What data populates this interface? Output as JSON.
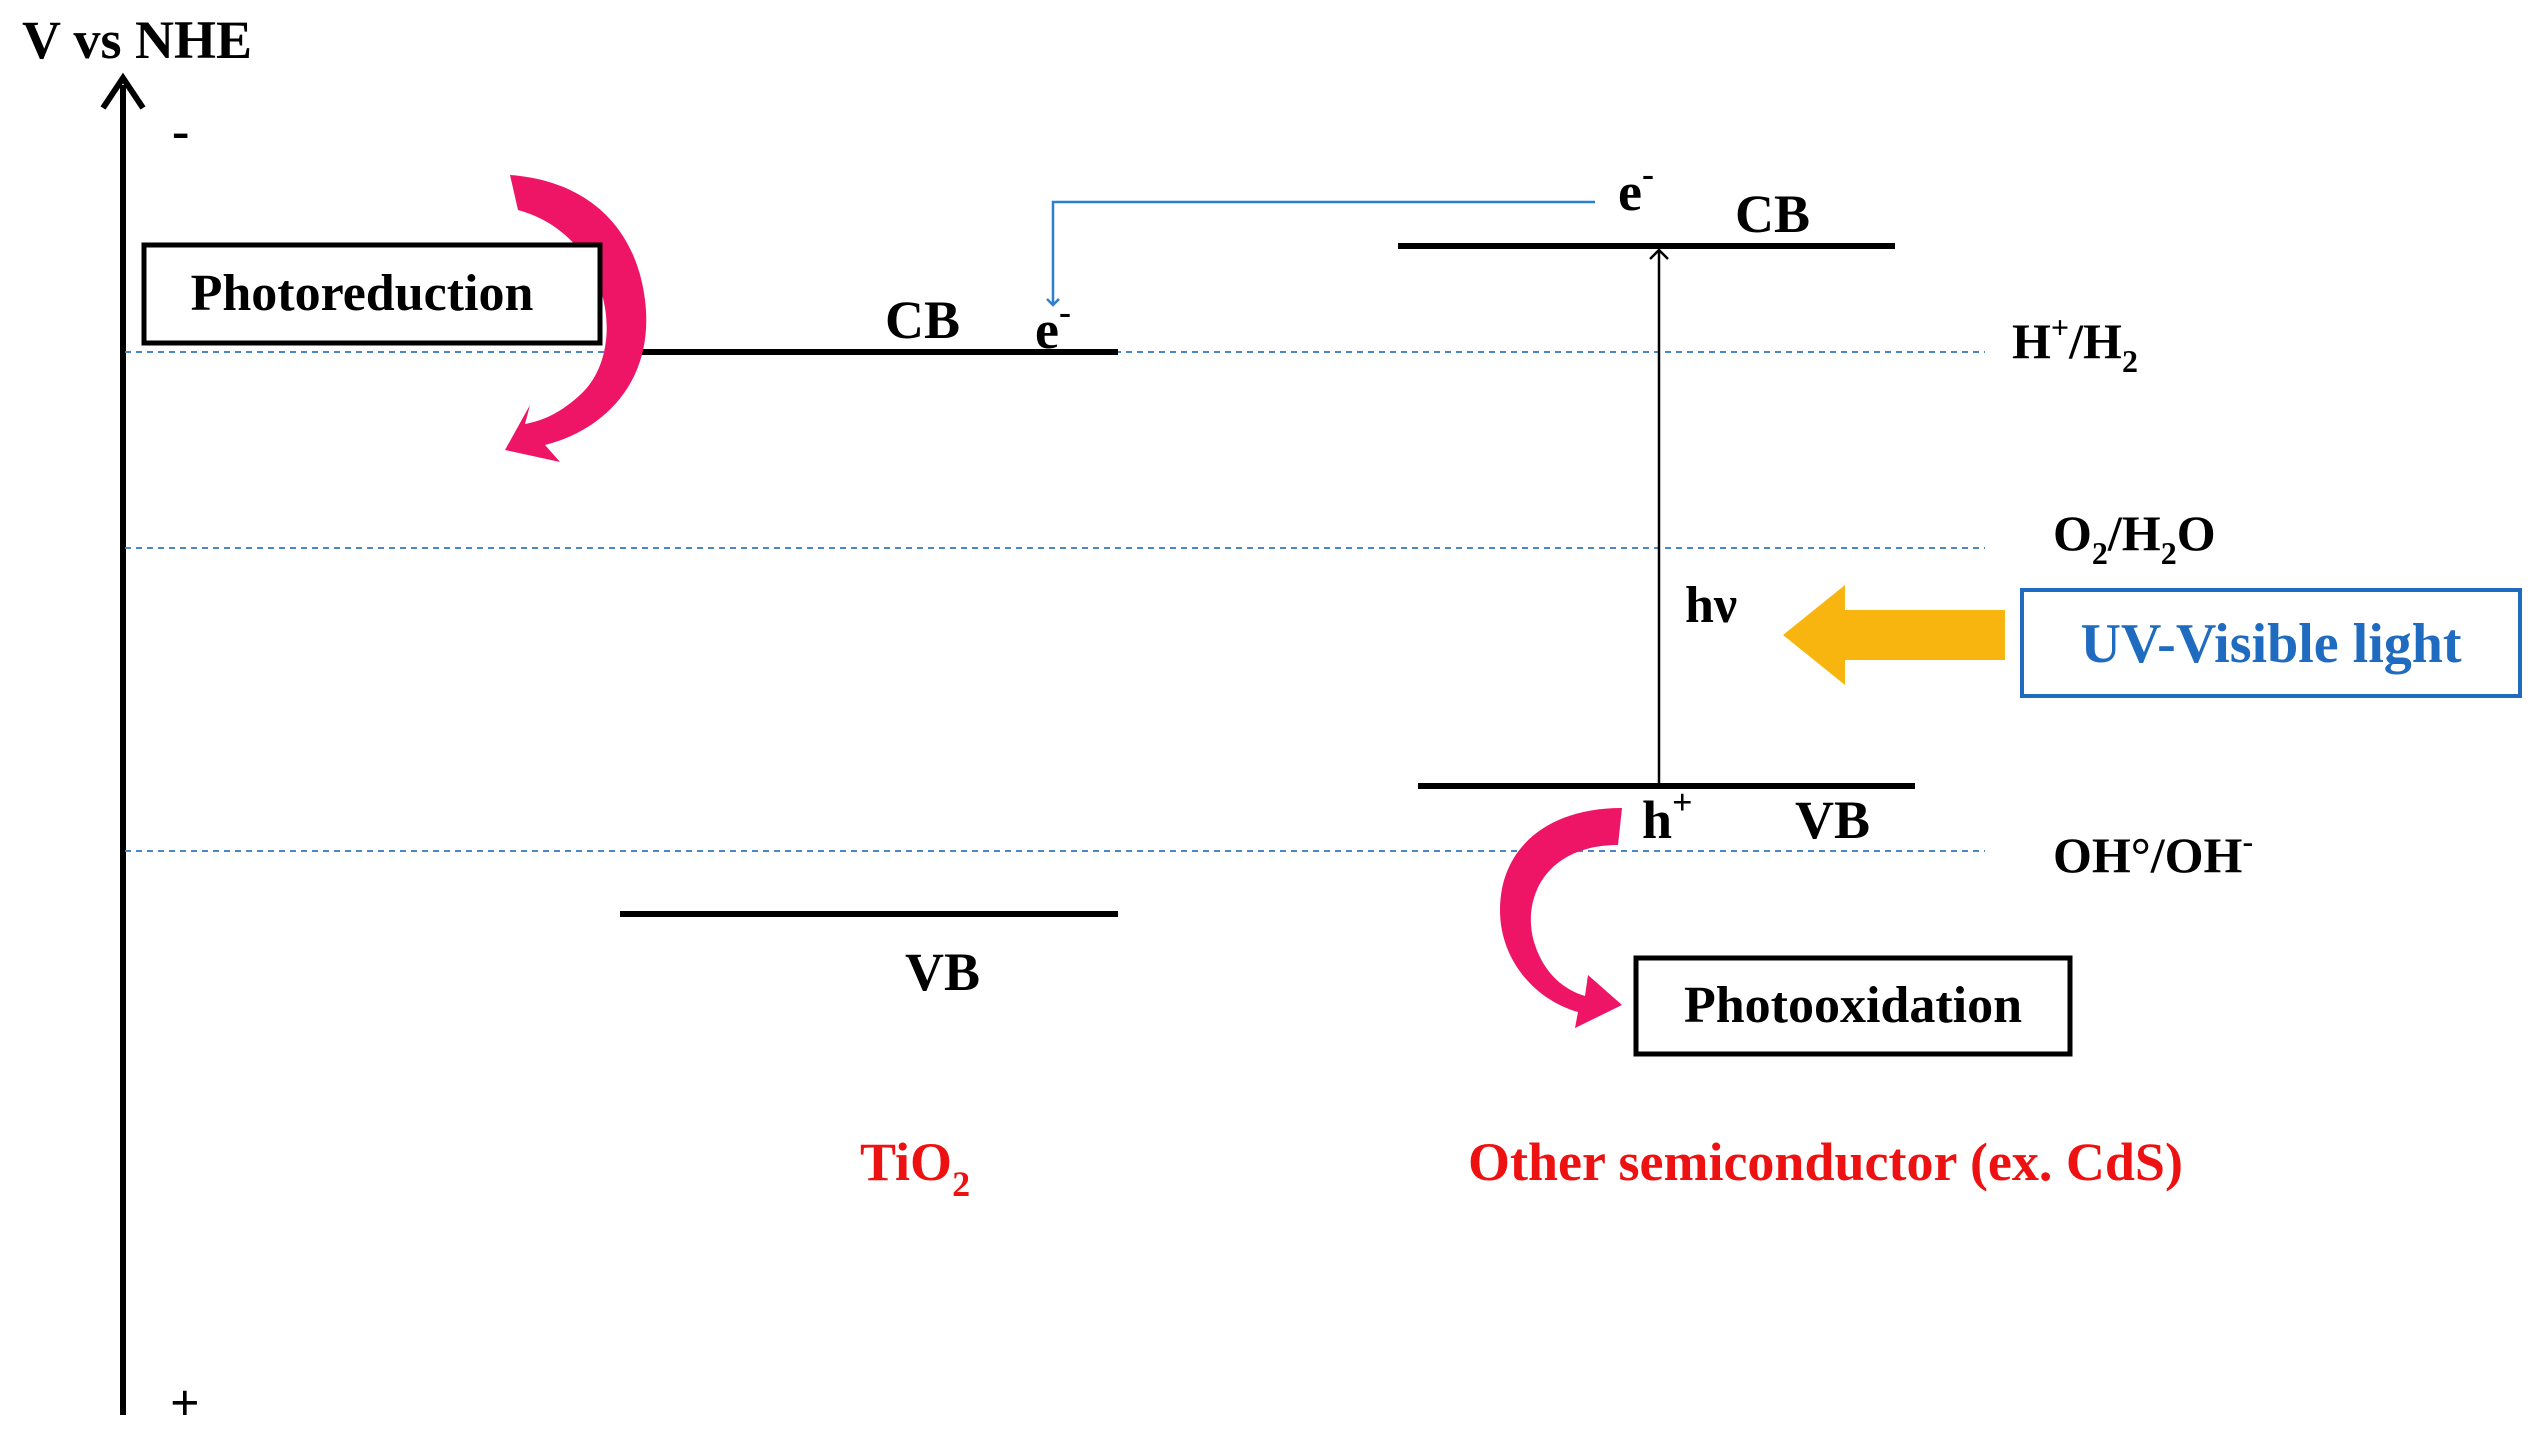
{
  "axis": {
    "title": "V vs NHE",
    "top_sign": "-",
    "bottom_sign": "+"
  },
  "tio2": {
    "name": "TiO",
    "name_sub": "2",
    "cb_label": "CB",
    "electron": "e",
    "electron_sup": "-",
    "vb_label": "VB"
  },
  "other": {
    "name": "Other semiconductor (ex. CdS)",
    "cb_label": "CB",
    "vb_label": "VB",
    "electron": "e",
    "electron_sup": "-",
    "hole": "h",
    "hole_sup": "+",
    "photon": "hν"
  },
  "redox": {
    "h2": {
      "a": "H",
      "a_sup": "+",
      "b": "/H",
      "b_sub": "2"
    },
    "o2": {
      "a": "O",
      "a_sub": "2",
      "b": "/H",
      "b_sub": "2",
      "c": "O"
    },
    "oh": {
      "a": "OH°/OH",
      "a_sup": "-"
    }
  },
  "boxes": {
    "photoreduction": "Photoreduction",
    "photooxidation": "Photooxidation",
    "light": "UV-Visible light"
  },
  "colors": {
    "red_label": "#ee1111",
    "blue_box": "#1f6bbf",
    "yellow_arrow": "#f9b50f",
    "magenta_arrow": "#ee1466",
    "transfer_arrow": "#2e7fd0",
    "dotted_line": "#4a86c8"
  }
}
